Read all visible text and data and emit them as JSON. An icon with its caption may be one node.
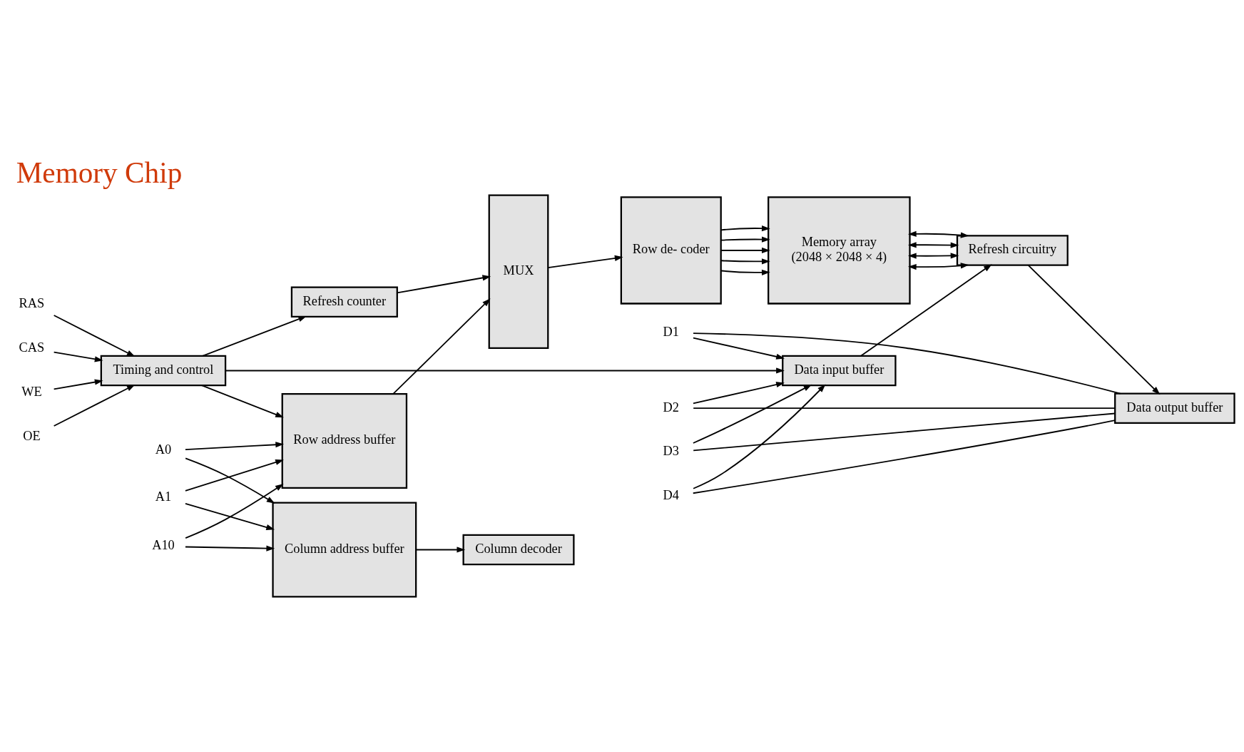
{
  "diagram": {
    "title": "Memory Chip",
    "nodes": [
      {
        "text": [
          "RAS"
        ]
      },
      {
        "text": [
          "CAS"
        ]
      },
      {
        "text": [
          "WE"
        ]
      },
      {
        "text": [
          "OE"
        ]
      },
      {
        "text": [
          "Timing and control"
        ]
      },
      {
        "text": [
          "Refresh counter"
        ]
      },
      {
        "text": [
          "MUX"
        ]
      },
      {
        "text": [
          "Row address buffer"
        ]
      },
      {
        "text": [
          "Column address buffer"
        ]
      },
      {
        "text": [
          "Row de- coder"
        ]
      },
      {
        "text": [
          "Memory array",
          "(2048 × 2048 × 4)"
        ]
      },
      {
        "text": [
          "Refresh circuitry"
        ]
      },
      {
        "text": [
          "Column decoder"
        ]
      },
      {
        "text": [
          "Data input buffer"
        ]
      },
      {
        "text": [
          "Data output buffer"
        ]
      },
      {
        "text": [
          "A0"
        ]
      },
      {
        "text": [
          "A1"
        ]
      },
      {
        "text": [
          "A10"
        ]
      },
      {
        "text": [
          "D1"
        ]
      },
      {
        "text": [
          "D2"
        ]
      },
      {
        "text": [
          "D3"
        ]
      },
      {
        "text": [
          "D4"
        ]
      }
    ],
    "edges": [
      {
        "from": 0,
        "to": 4,
        "arrow": "to"
      },
      {
        "from": 1,
        "to": 4,
        "arrow": "to"
      },
      {
        "from": 2,
        "to": 4,
        "arrow": "to"
      },
      {
        "from": 3,
        "to": 4,
        "arrow": "to"
      },
      {
        "from": 4,
        "to": 5,
        "arrow": "to"
      },
      {
        "from": 4,
        "to": 7,
        "arrow": "to"
      },
      {
        "from": 4,
        "to": 13,
        "arrow": "to"
      },
      {
        "from": 5,
        "to": 6,
        "arrow": "to"
      },
      {
        "from": 7,
        "to": 6,
        "arrow": "to"
      },
      {
        "from": 6,
        "to": 9,
        "arrow": "to"
      },
      {
        "from": 9,
        "to": 10,
        "arrow": "to"
      },
      {
        "from": 9,
        "to": 10,
        "arrow": "to"
      },
      {
        "from": 9,
        "to": 10,
        "arrow": "to"
      },
      {
        "from": 9,
        "to": 10,
        "arrow": "to"
      },
      {
        "from": 9,
        "to": 10,
        "arrow": "to"
      },
      {
        "from": 10,
        "to": 11,
        "arrow": "both"
      },
      {
        "from": 10,
        "to": 11,
        "arrow": "both"
      },
      {
        "from": 10,
        "to": 11,
        "arrow": "both"
      },
      {
        "from": 10,
        "to": 11,
        "arrow": "both"
      },
      {
        "from": 8,
        "to": 12,
        "arrow": "to"
      },
      {
        "from": 13,
        "to": 11,
        "arrow": "to"
      },
      {
        "from": 11,
        "to": 14,
        "arrow": "to"
      },
      {
        "from": 15,
        "to": 7,
        "arrow": "to"
      },
      {
        "from": 16,
        "to": 7,
        "arrow": "to"
      },
      {
        "from": 17,
        "to": 7,
        "arrow": "to"
      },
      {
        "from": 15,
        "to": 8,
        "arrow": "to"
      },
      {
        "from": 16,
        "to": 8,
        "arrow": "to"
      },
      {
        "from": 17,
        "to": 8,
        "arrow": "to"
      },
      {
        "from": 18,
        "to": 13,
        "arrow": "to"
      },
      {
        "from": 19,
        "to": 13,
        "arrow": "to"
      },
      {
        "from": 20,
        "to": 13,
        "arrow": "to"
      },
      {
        "from": 21,
        "to": 13,
        "arrow": "to"
      },
      {
        "from": 18,
        "to": 14,
        "arrow": "none"
      },
      {
        "from": 19,
        "to": 14,
        "arrow": "none"
      },
      {
        "from": 20,
        "to": 14,
        "arrow": "none"
      },
      {
        "from": 21,
        "to": 14,
        "arrow": "none"
      }
    ]
  }
}
